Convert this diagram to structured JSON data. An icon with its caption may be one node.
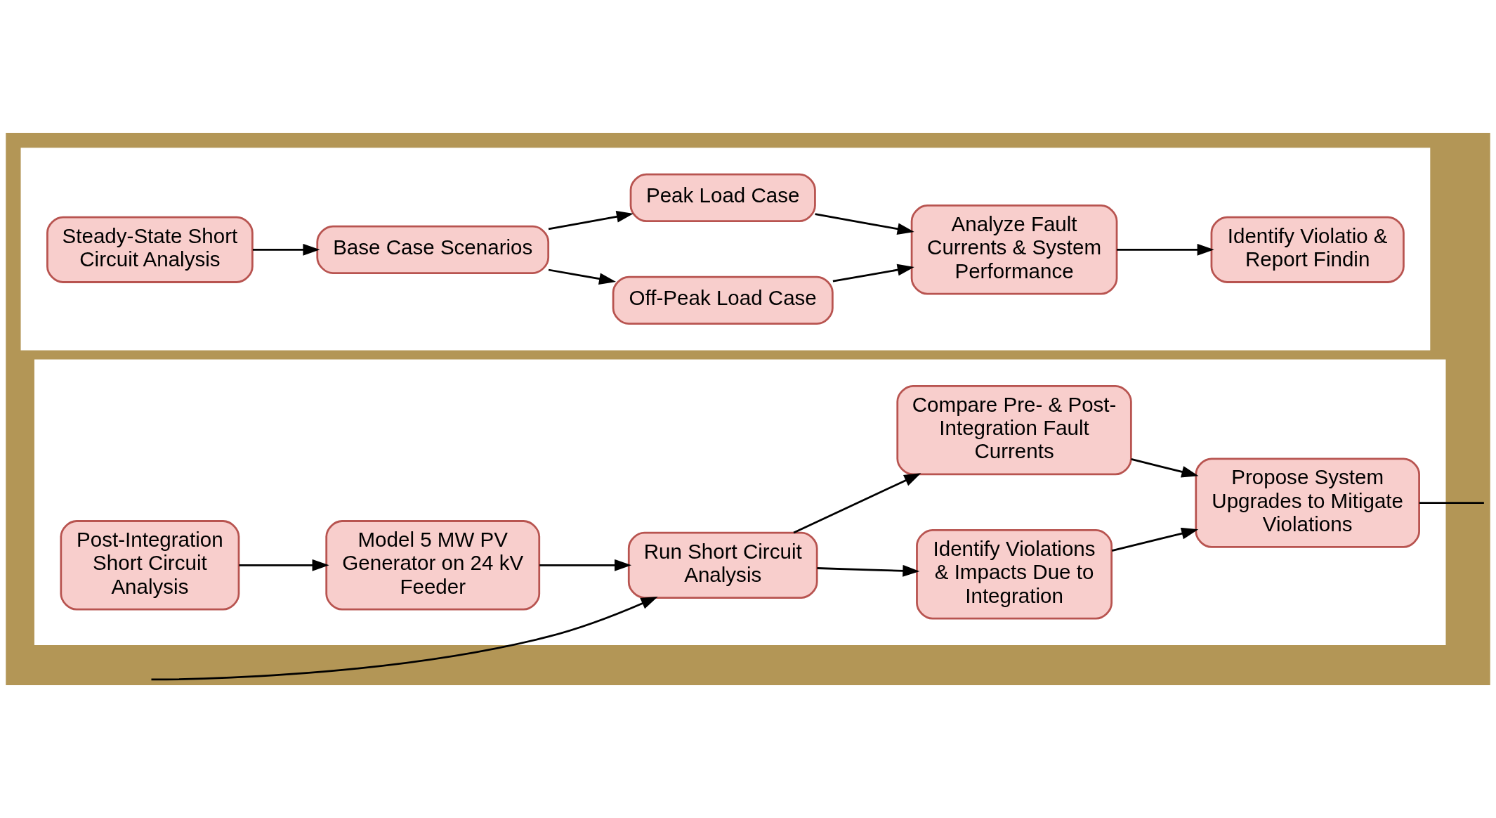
{
  "diagram": {
    "nodes": [
      {
        "text": [],
        "shape": "box"
      },
      {
        "text": [
          "Steady-State Short Circuit Analysis"
        ],
        "in": 0
      },
      {
        "text": [
          "Base Case Scenarios"
        ],
        "in": 0
      },
      {
        "text": [
          "Peak Load Case"
        ],
        "in": 0
      },
      {
        "text": [
          "Off-Peak Load Case"
        ],
        "in": 0
      },
      {
        "text": [
          "Analyze Fault Currents & System Performance"
        ],
        "in": 0
      },
      {
        "text": [
          "Identify Violatio & Report Findin"
        ],
        "in": 0
      },
      {
        "text": [],
        "shape": "box"
      },
      {
        "text": [
          "Post-Integration Short Circuit Analysis"
        ],
        "in": 7
      },
      {
        "text": [
          "Model 5 MW PV Generator on 24 kV Feeder"
        ],
        "in": 7
      },
      {
        "text": [
          "Run Short Circuit Analysis"
        ],
        "in": 7
      },
      {
        "text": [
          "Compare Pre- & Post-Integration Fault Currents"
        ],
        "in": 7
      },
      {
        "text": [
          "Identify Violations & Impacts Due to Integration"
        ],
        "in": 7
      },
      {
        "text": [
          "Propose System Upgrades to Mitigate Violations"
        ],
        "in": 7
      }
    ],
    "edges": [
      {
        "from": 1,
        "to": 2,
        "arrow": "to"
      },
      {
        "from": 2,
        "to": 3,
        "arrow": "to"
      },
      {
        "from": 2,
        "to": 4,
        "arrow": "to"
      },
      {
        "from": 3,
        "to": 5,
        "arrow": "to"
      },
      {
        "from": 4,
        "to": 5,
        "arrow": "to"
      },
      {
        "from": 5,
        "to": 6,
        "arrow": "to"
      },
      {
        "from": 8,
        "to": 9,
        "arrow": "to"
      },
      {
        "from": 9,
        "to": 10,
        "arrow": "to"
      },
      {
        "from": 10,
        "to": 11,
        "arrow": "to"
      },
      {
        "from": 10,
        "to": 12,
        "arrow": "to"
      },
      {
        "from": 11,
        "to": 13,
        "arrow": "to"
      },
      {
        "from": 12,
        "to": 13,
        "arrow": "to"
      },
      {
        "from": 13,
        "to": null,
        "arrow": "none"
      },
      {
        "from": null,
        "to": 10,
        "arrow": "to"
      }
    ]
  }
}
